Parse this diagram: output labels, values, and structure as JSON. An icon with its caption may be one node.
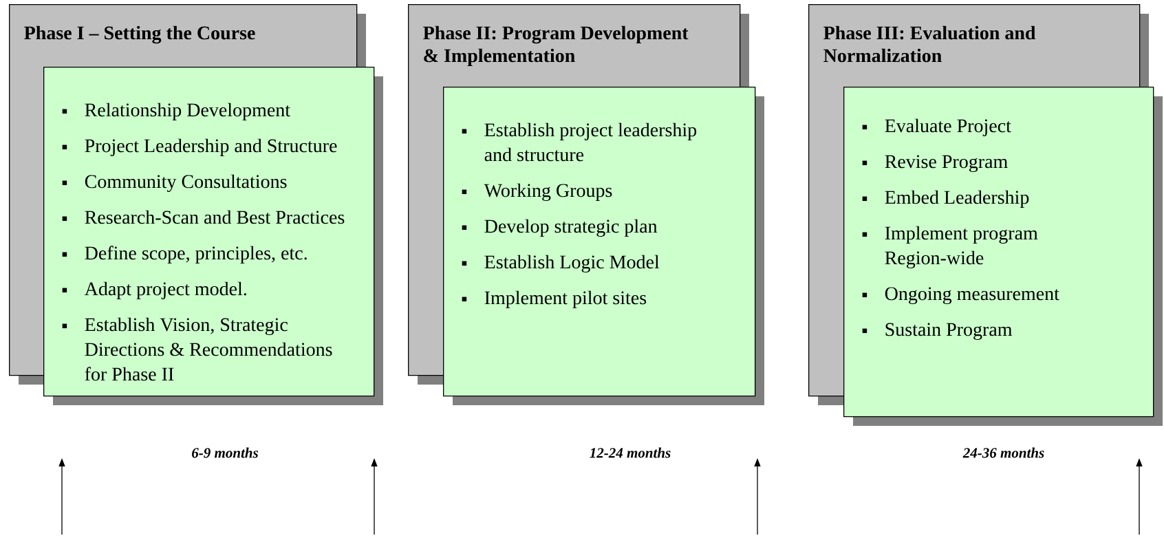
{
  "diagram": {
    "nodes": [
      {
        "text": [
          "Phase I – Setting the Course"
        ]
      },
      {
        "text": [
          "Relationship Development",
          "Project Leadership and Structure",
          "Community Consultations",
          "Research-Scan and Best Practices",
          "Define scope, principles, etc.",
          "Adapt project model.",
          "Establish Vision, Strategic Directions & Recommendations for Phase II"
        ]
      },
      {
        "text": [
          "Phase II: Program Development & Implementation"
        ]
      },
      {
        "text": [
          "Establish project leadership and structure",
          "Working Groups",
          "Develop strategic plan",
          "Establish Logic Model",
          "Implement pilot sites"
        ]
      },
      {
        "text": [
          "Phase III: Evaluation and Normalization"
        ]
      },
      {
        "text": [
          "Evaluate Project",
          "Revise Program",
          "Embed Leadership",
          "Implement program Region-wide",
          "Ongoing measurement",
          "Sustain Program"
        ]
      }
    ],
    "labels": [
      "6-9 months",
      "12-24 months",
      "24-36 months"
    ]
  }
}
